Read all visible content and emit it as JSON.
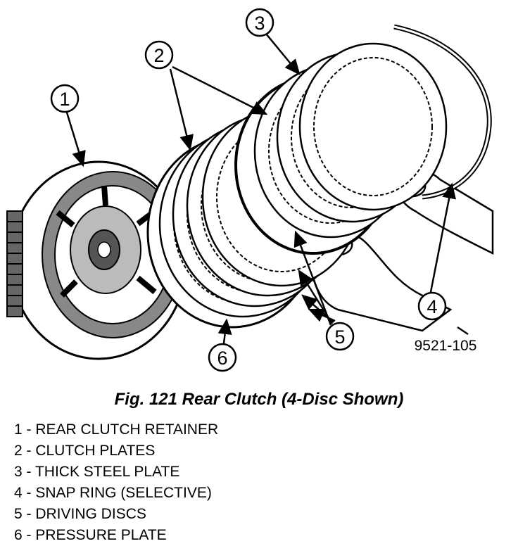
{
  "figure": {
    "caption": "Fig. 121 Rear Clutch (4-Disc Shown)",
    "drawing_id": "9521-105"
  },
  "callouts": [
    {
      "number": "1",
      "label": "REAR CLUTCH RETAINER"
    },
    {
      "number": "2",
      "label": "CLUTCH PLATES"
    },
    {
      "number": "3",
      "label": "THICK STEEL PLATE"
    },
    {
      "number": "4",
      "label": "SNAP RING (SELECTIVE)"
    },
    {
      "number": "5",
      "label": "DRIVING DISCS"
    },
    {
      "number": "6",
      "label": "PRESSURE PLATE"
    }
  ],
  "legend": [
    "1 - REAR CLUTCH RETAINER",
    "2 - CLUTCH PLATES",
    "3 - THICK STEEL PLATE",
    "4 - SNAP RING (SELECTIVE)",
    "5 - DRIVING DISCS",
    "6 - PRESSURE PLATE"
  ]
}
